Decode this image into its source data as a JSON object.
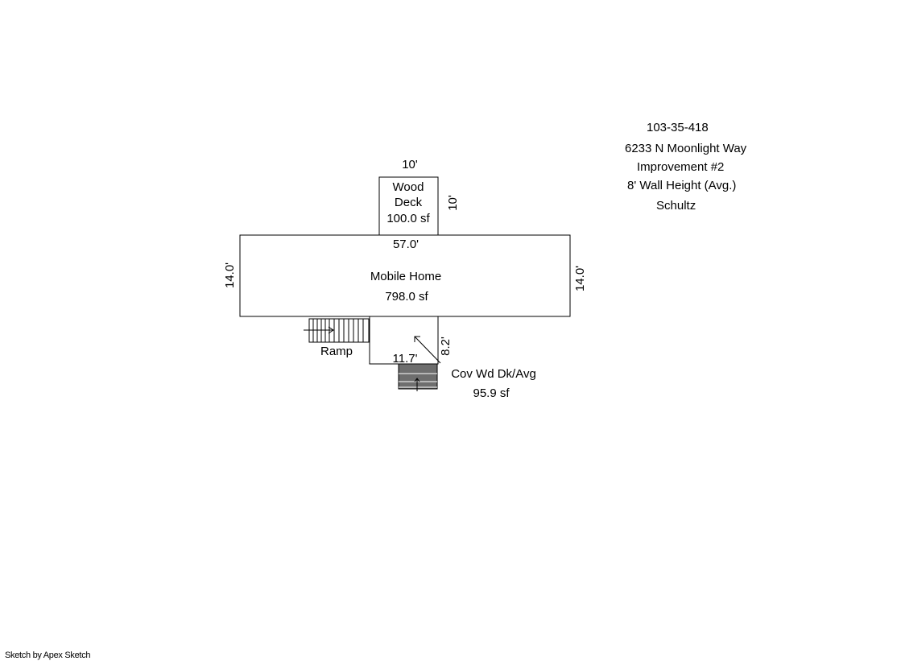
{
  "info": {
    "parcel": "103-35-418",
    "address": "6233 N Moonlight Way",
    "improvement": "Improvement #2",
    "wall_height": "8' Wall Height (Avg.)",
    "owner": "Schultz"
  },
  "wood_deck": {
    "label_line1": "Wood",
    "label_line2": "Deck",
    "area": "100.0 sf",
    "width": "10'",
    "depth": "10'"
  },
  "mobile_home": {
    "label": "Mobile Home",
    "area": "798.0 sf",
    "length": "57.0'",
    "left_side": "14.0'",
    "right_side": "14.0'"
  },
  "covered_deck": {
    "label": "Cov Wd Dk/Avg",
    "area": "95.9 sf",
    "width": "11.7'",
    "depth": "8.2'"
  },
  "ramp": {
    "label": "Ramp"
  },
  "footer": "Sketch by Apex Sketch"
}
